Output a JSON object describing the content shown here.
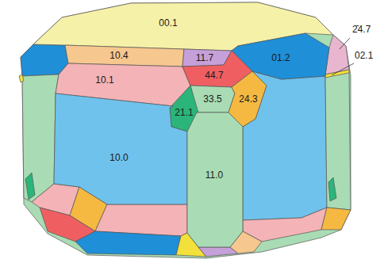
{
  "diagram": {
    "nodes": [
      {
        "text": [
          "00.1"
        ]
      },
      {
        "text": [
          "10.4"
        ]
      },
      {
        "text": [
          "11.7"
        ]
      },
      {
        "text": [
          "01.2"
        ]
      },
      {
        "text": [
          "10.1"
        ]
      },
      {
        "text": [
          "44.7"
        ]
      },
      {
        "text": [
          "33.5"
        ]
      },
      {
        "text": [
          "24.3"
        ]
      },
      {
        "text": [
          "21.1"
        ]
      },
      {
        "text": [
          "10.0"
        ]
      },
      {
        "text": [
          "11.0"
        ]
      }
    ],
    "labels": [
      "2̄4.7",
      "02.1"
    ]
  }
}
